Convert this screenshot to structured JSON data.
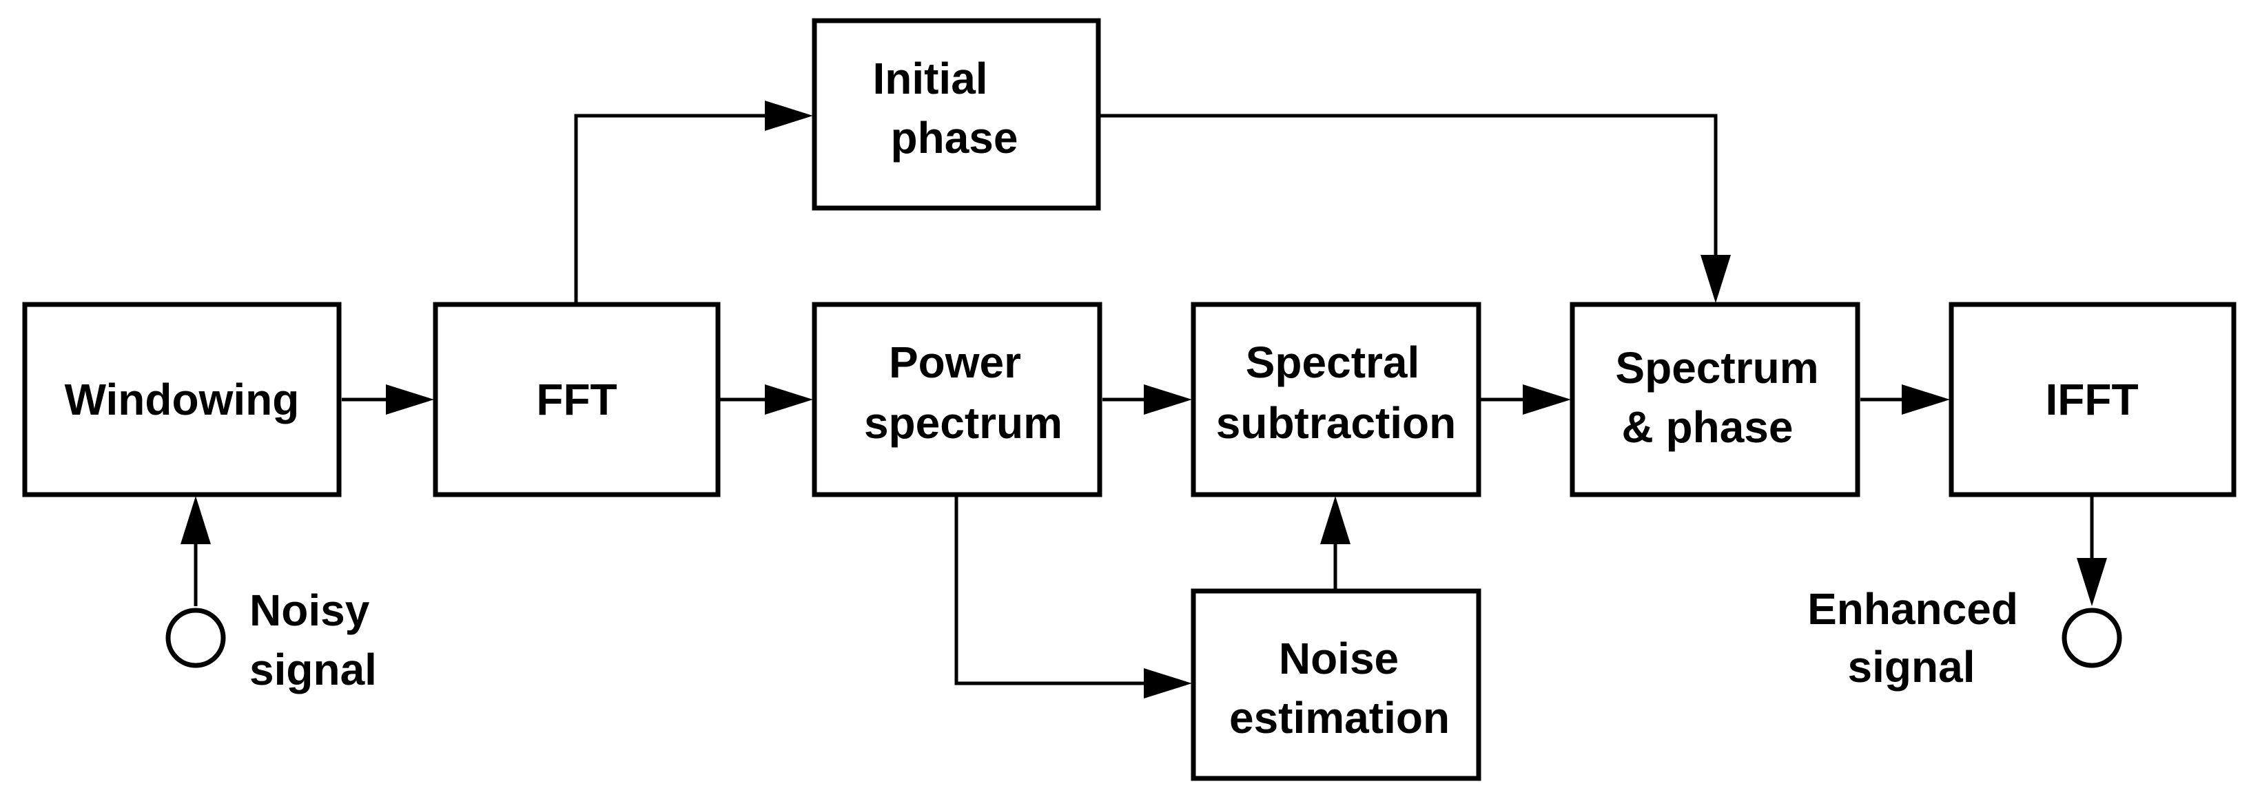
{
  "blocks": {
    "windowing": {
      "line1": "Windowing"
    },
    "fft": {
      "line1": "FFT"
    },
    "initial_phase": {
      "line1": "Initial",
      "line2": "phase"
    },
    "power_spectrum": {
      "line1": "Power",
      "line2": "spectrum"
    },
    "spectral_subtraction": {
      "line1": "Spectral",
      "line2": "subtraction"
    },
    "noise_estimation": {
      "line1": "Noise",
      "line2": "estimation"
    },
    "spectrum_phase": {
      "line1": "Spectrum",
      "line2": "& phase"
    },
    "ifft": {
      "line1": "IFFT"
    }
  },
  "terminals": {
    "input": {
      "line1": "Noisy",
      "line2": "signal"
    },
    "output": {
      "line1": "Enhanced",
      "line2": "signal"
    }
  }
}
